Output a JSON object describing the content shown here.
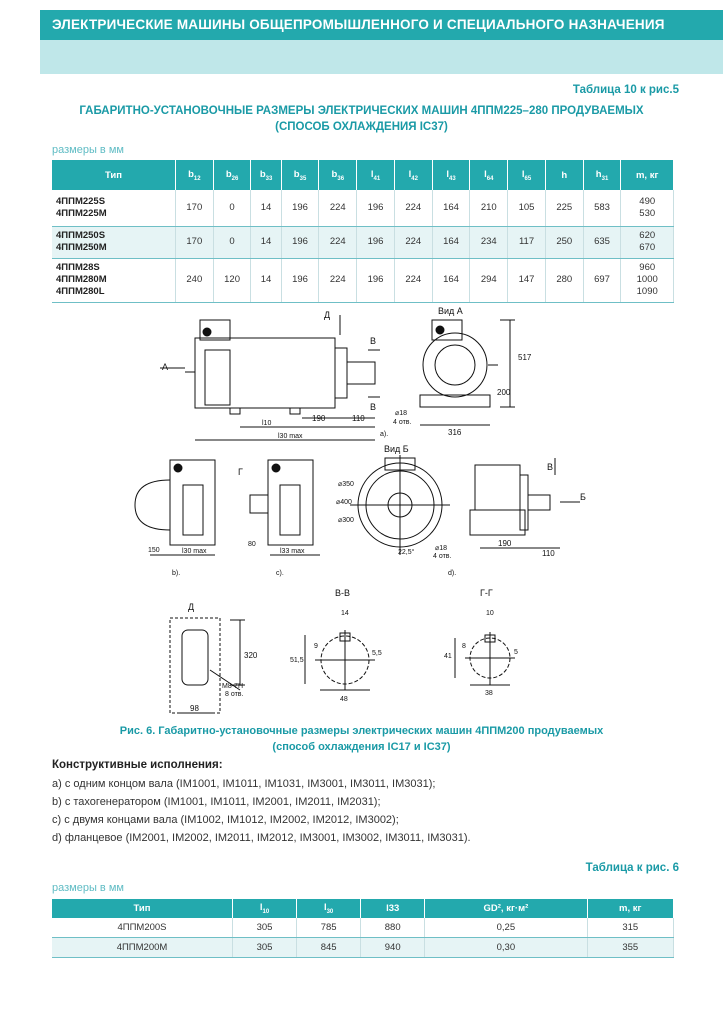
{
  "header": {
    "title": "ЭЛЕКТРИЧЕСКИЕ МАШИНЫ ОБЩЕПРОМЫШЛЕННОГО И СПЕЦИАЛЬНОГО НАЗНАЧЕНИЯ"
  },
  "table1": {
    "ref": "Таблица 10 к рис.5",
    "title_line1": "ГАБАРИТНО-УСТАНОВОЧНЫЕ РАЗМЕРЫ ЭЛЕКТРИЧЕСКИХ МАШИН 4ППМ225–280 ПРОДУВАЕМЫХ",
    "title_line2": "(СПОСОБ ОХЛАЖДЕНИЯ IC37)",
    "units": "размеры в мм",
    "headers": [
      {
        "main": "Тип",
        "sub": ""
      },
      {
        "main": "b",
        "sub": "12"
      },
      {
        "main": "b",
        "sub": "26"
      },
      {
        "main": "b",
        "sub": "33"
      },
      {
        "main": "b",
        "sub": "35"
      },
      {
        "main": "b",
        "sub": "36"
      },
      {
        "main": "l",
        "sub": "41"
      },
      {
        "main": "l",
        "sub": "42"
      },
      {
        "main": "l",
        "sub": "43"
      },
      {
        "main": "l",
        "sub": "64"
      },
      {
        "main": "l",
        "sub": "65"
      },
      {
        "main": "h",
        "sub": ""
      },
      {
        "main": "h",
        "sub": "31"
      },
      {
        "main": "m, кг",
        "sub": ""
      }
    ],
    "rows": [
      {
        "type": "4ППМ225S\n4ППМ225M",
        "values": [
          "170",
          "0",
          "14",
          "196",
          "224",
          "196",
          "224",
          "164",
          "210",
          "105",
          "225",
          "583"
        ],
        "mass": "490\n530"
      },
      {
        "type": "4ППМ250S\n4ППМ250M",
        "values": [
          "170",
          "0",
          "14",
          "196",
          "224",
          "196",
          "224",
          "164",
          "234",
          "117",
          "250",
          "635"
        ],
        "mass": "620\n670"
      },
      {
        "type": "4ППМ28S\n4ППМ280M\n4ППМ280L",
        "values": [
          "240",
          "120",
          "14",
          "196",
          "224",
          "196",
          "224",
          "164",
          "294",
          "147",
          "280",
          "697"
        ],
        "mass": "960\n1000\n1090"
      }
    ]
  },
  "figure": {
    "caption_line1": "Рис. 6. Габаритно-установочные размеры электрических машин 4ППМ200 продуваемых",
    "caption_line2": "(способ охлаждения IC17 и IC37)",
    "labels": {
      "d": "Д",
      "a": "А",
      "b": "В",
      "vid_a": "Вид А",
      "vid_b": "Вид Б",
      "g": "Г",
      "bb": "Б",
      "dim_517": "517",
      "dim_200": "200",
      "dim_190": "190",
      "dim_110": "110",
      "dim_316": "316",
      "l10": "l10",
      "l30max": "l30 max",
      "l33max": "l33 max",
      "dim_150": "150",
      "dim_80": "80",
      "hole1": "⌀18",
      "hole1b": "4 отв.",
      "d350": "⌀350",
      "d400": "⌀400",
      "d300": "⌀300",
      "hole2": "⌀18",
      "hole2b": "4 отв.",
      "angle": "22,5°",
      "sub_a": "a).",
      "sub_b": "b).",
      "sub_c": "c).",
      "sub_d": "d).",
      "sec_vv": "В-В",
      "sec_gg": "Г-Г",
      "vv_14": "14",
      "vv_515": "51,5",
      "vv_9": "9",
      "vv_55": "5,5",
      "vv_48": "48",
      "gg_10": "10",
      "gg_41": "41",
      "gg_8": "8",
      "gg_5": "5",
      "gg_38": "38",
      "dd_320": "320",
      "dd_98": "98",
      "m8": "M8-7H",
      "m8b": "8 отв."
    }
  },
  "constructions": {
    "title": "Конструктивные исполнения:",
    "items": [
      "а) с одним концом вала (IM1001, IM1011, IM1031, IM3001, IM3011, IM3031);",
      "b) с тахогенератором (IM1001, IM1011, IM2001, IM2011, IM2031);",
      "c) с двумя концами вала (IM1002, IM1012, IM2002, IM2012, IM3002);",
      "d) фланцевое (IM2001, IM2002, IM2011, IM2012, IM3001, IM3002, IM3011, IM3031)."
    ]
  },
  "table2": {
    "ref": "Таблица к рис. 6",
    "units": "размеры в мм",
    "headers": [
      {
        "main": "Тип",
        "sub": ""
      },
      {
        "main": "l",
        "sub": "10"
      },
      {
        "main": "l",
        "sub": "30"
      },
      {
        "main": "l33",
        "sub": ""
      },
      {
        "main": "GD², кг·м²",
        "sub": ""
      },
      {
        "main": "m, кг",
        "sub": ""
      }
    ],
    "rows": [
      [
        "4ППМ200S",
        "305",
        "785",
        "880",
        "0,25",
        "315"
      ],
      [
        "4ППМ200M",
        "305",
        "845",
        "940",
        "0,30",
        "355"
      ]
    ]
  },
  "colors": {
    "accent": "#23a9ad",
    "accent_light": "#bfe7e9",
    "title_text": "#1a9aa6",
    "row_alt": "#e6f4f5"
  }
}
